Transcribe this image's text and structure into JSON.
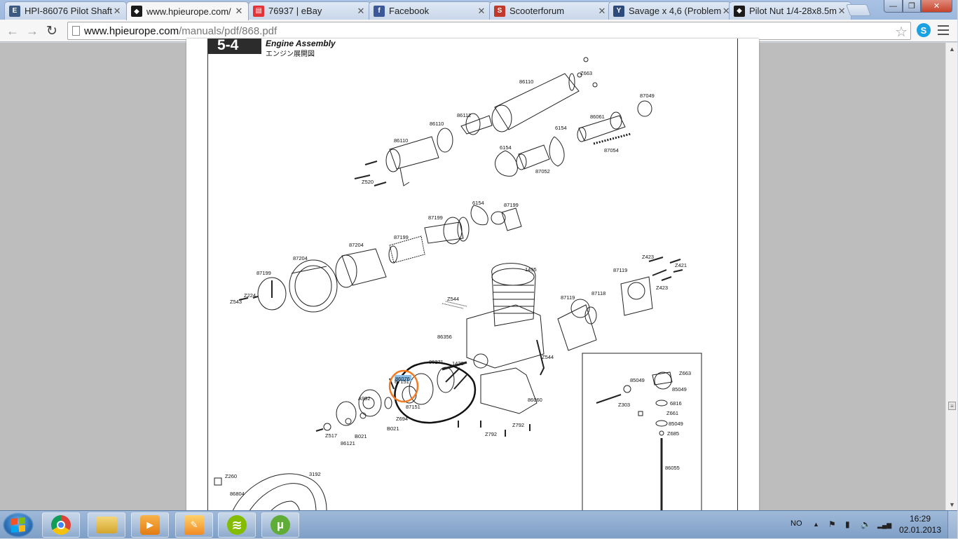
{
  "browser": {
    "tabs": [
      {
        "title": "HPI-86076 Pilot Shaft",
        "favicon": "hpi-e-icon",
        "favicon_color": "#3d5a80",
        "favicon_glyph": "E"
      },
      {
        "title": "www.hpieurope.com/",
        "favicon": "hpi-diamond-icon",
        "favicon_color": "#1a1a1a",
        "favicon_glyph": "◆",
        "active": true
      },
      {
        "title": "76937 | eBay",
        "favicon": "ebay-icon",
        "favicon_color": "#e53238",
        "favicon_glyph": "▤"
      },
      {
        "title": "Facebook",
        "favicon": "facebook-icon",
        "favicon_color": "#3b5998",
        "favicon_glyph": "f"
      },
      {
        "title": "Scooterforum",
        "favicon": "scooterforum-icon",
        "favicon_color": "#c0392b",
        "favicon_glyph": "S"
      },
      {
        "title": "Savage x 4,6 (Problem",
        "favicon": "forum-icon",
        "favicon_color": "#2c4a7a",
        "favicon_glyph": "Y"
      },
      {
        "title": "Pilot Nut 1/4-28x8.5m",
        "favicon": "hpi-diamond-icon",
        "favicon_color": "#1a1a1a",
        "favicon_glyph": "◆"
      }
    ],
    "tab_close_glyph": "✕",
    "window_controls": {
      "minimize": "—",
      "maximize": "❐",
      "close": "✕"
    },
    "nav": {
      "back": "←",
      "forward": "→",
      "reload": "↻"
    },
    "address": {
      "host": "www.hpieurope.com",
      "path": "/manuals/pdf/868.pdf"
    },
    "star_glyph": "☆",
    "skype_glyph": "S"
  },
  "pdf": {
    "section_number": "5-4",
    "section_title": "Engine Assembly",
    "section_subtitle": "エンジン展開図",
    "parts": [
      {
        "id": "p1",
        "label": "86110"
      },
      {
        "id": "p2",
        "label": "Z663"
      },
      {
        "id": "p3",
        "label": "87049"
      },
      {
        "id": "p4",
        "label": "86112"
      },
      {
        "id": "p5",
        "label": "86061"
      },
      {
        "id": "p6",
        "label": "86110"
      },
      {
        "id": "p7",
        "label": "6154"
      },
      {
        "id": "p8",
        "label": "86110"
      },
      {
        "id": "p9",
        "label": "6154"
      },
      {
        "id": "p10",
        "label": "87054"
      },
      {
        "id": "p11",
        "label": "87052"
      },
      {
        "id": "p12",
        "label": "Z520"
      },
      {
        "id": "p13",
        "label": "6154"
      },
      {
        "id": "p14",
        "label": "87199"
      },
      {
        "id": "p15",
        "label": "87199"
      },
      {
        "id": "p16",
        "label": "87199"
      },
      {
        "id": "p17",
        "label": "87204"
      },
      {
        "id": "p18",
        "label": "87204"
      },
      {
        "id": "p19",
        "label": "Z423"
      },
      {
        "id": "p20",
        "label": "Z421"
      },
      {
        "id": "p21",
        "label": "1495"
      },
      {
        "id": "p22",
        "label": "87119"
      },
      {
        "id": "p23",
        "label": "Z423"
      },
      {
        "id": "p24",
        "label": "87199"
      },
      {
        "id": "p25",
        "label": "Z224"
      },
      {
        "id": "p26",
        "label": "Z543"
      },
      {
        "id": "p27",
        "label": "Z544"
      },
      {
        "id": "p28",
        "label": "87119"
      },
      {
        "id": "p29",
        "label": "87118"
      },
      {
        "id": "p30",
        "label": "86356"
      },
      {
        "id": "p31",
        "label": "Z544"
      },
      {
        "id": "p32",
        "label": "86271"
      },
      {
        "id": "p33",
        "label": "1420"
      },
      {
        "id": "p34",
        "label": "86076"
      },
      {
        "id": "p35",
        "label": "87151"
      },
      {
        "id": "p36",
        "label": "86060"
      },
      {
        "id": "p37",
        "label": "A992"
      },
      {
        "id": "p38",
        "label": "87151"
      },
      {
        "id": "p39",
        "label": "Z694"
      },
      {
        "id": "p40",
        "label": "B021"
      },
      {
        "id": "p41",
        "label": "Z792"
      },
      {
        "id": "p42",
        "label": "Z517"
      },
      {
        "id": "p43",
        "label": "B021"
      },
      {
        "id": "p44",
        "label": "86121"
      },
      {
        "id": "p45",
        "label": "Z792"
      },
      {
        "id": "p46",
        "label": "Z260"
      },
      {
        "id": "p47",
        "label": "3192"
      },
      {
        "id": "p48",
        "label": "86804"
      }
    ],
    "inset_parts": [
      {
        "id": "i1",
        "label": "Z663"
      },
      {
        "id": "i2",
        "label": "85049"
      },
      {
        "id": "i3",
        "label": "85049"
      },
      {
        "id": "i4",
        "label": "Z303"
      },
      {
        "id": "i5",
        "label": "6816"
      },
      {
        "id": "i6",
        "label": "Z661"
      },
      {
        "id": "i7",
        "label": "85049"
      },
      {
        "id": "i8",
        "label": "Z685"
      },
      {
        "id": "i9",
        "label": "86055"
      }
    ],
    "highlighted_part": "86076"
  },
  "scrollbar": {
    "up": "▲",
    "down": "▼",
    "thumb": "≡"
  },
  "taskbar": {
    "apps": [
      {
        "name": "chrome",
        "icon": "chrome-icon"
      },
      {
        "name": "explorer",
        "icon": "folder-icon"
      },
      {
        "name": "media player",
        "icon": "media-player-icon"
      },
      {
        "name": "paint",
        "icon": "paint-icon"
      },
      {
        "name": "spotify",
        "icon": "spotify-icon"
      },
      {
        "name": "utorrent",
        "icon": "utorrent-icon"
      }
    ],
    "language": "NO",
    "tray_icons": {
      "expand": "▲",
      "flag": "⚑",
      "battery": "▮",
      "volume": "🔈",
      "network": "▂▄▆"
    },
    "time": "16:29",
    "date": "02.01.2013"
  }
}
